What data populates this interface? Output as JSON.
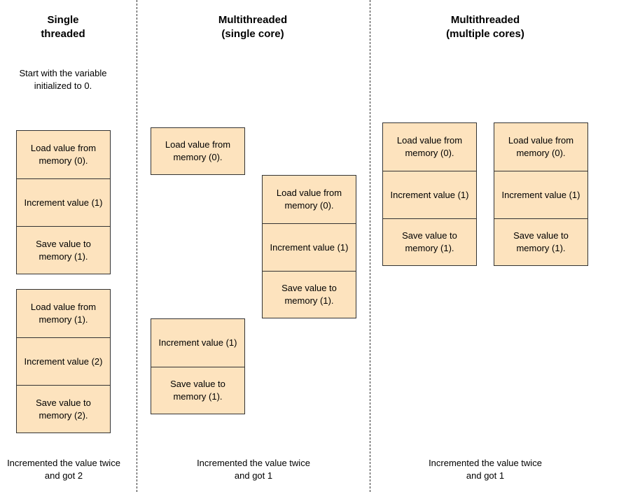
{
  "columns": {
    "single": {
      "title_line1": "Single",
      "title_line2": "threaded"
    },
    "mt_single_core": {
      "title_line1": "Multithreaded",
      "title_line2": "(single core)"
    },
    "mt_multi_core": {
      "title_line1": "Multithreaded",
      "title_line2": "(multiple cores)"
    }
  },
  "intro": {
    "line1": "Start with the variable",
    "line2": "initialized to 0."
  },
  "steps": {
    "load0_l1": "Load value from",
    "load0_l2": "memory (0).",
    "load1_l1": "Load value from",
    "load1_l2": "memory (1).",
    "inc1": "Increment value (1)",
    "inc2": "Increment value (2)",
    "save1_l1": "Save value to",
    "save1_l2": "memory (1).",
    "save2_l1": "Save value to",
    "save2_l2": "memory (2)."
  },
  "results": {
    "single": {
      "line1": "Incremented the value twice",
      "line2": "and got 2"
    },
    "mt_single_core": {
      "line1": "Incremented the value twice",
      "line2": "and got 1"
    },
    "mt_multi_core": {
      "line1": "Incremented the value twice",
      "line2": "and got 1"
    }
  },
  "colors": {
    "box_fill": "#fde3be",
    "box_border": "#333333"
  }
}
